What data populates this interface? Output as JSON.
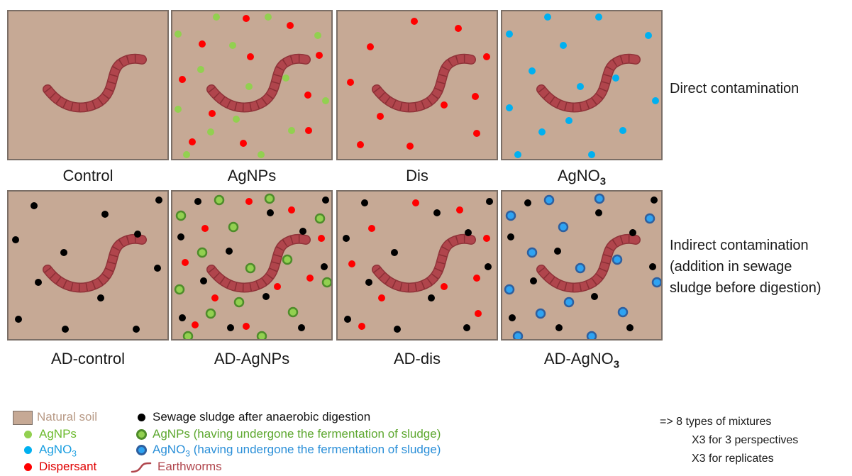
{
  "colors": {
    "soil": "#c6a995",
    "agnp": "#92d050",
    "agno3": "#00b0f0",
    "dispersant": "#ff0000",
    "sludge": "#000000",
    "agnp_fermented_fill": "#92d050",
    "agnp_fermented_ring": "#4e8c2a",
    "agno3_fermented_fill": "#2ea3f2",
    "agno3_fermented_ring": "#2e5f9e",
    "worm": "#b0454c"
  },
  "panels": [
    {
      "caption": "Control",
      "sub": ""
    },
    {
      "caption": "AgNPs",
      "sub": ""
    },
    {
      "caption": "Dis",
      "sub": ""
    },
    {
      "caption": "AgNO",
      "sub": "3"
    },
    {
      "caption": "AD-control",
      "sub": ""
    },
    {
      "caption": "AD-AgNPs",
      "sub": ""
    },
    {
      "caption": "AD-dis",
      "sub": ""
    },
    {
      "caption": "AD-AgNO",
      "sub": "3"
    }
  ],
  "row_labels": {
    "direct": "Direct contamination",
    "indirect_1": "Indirect contamination",
    "indirect_2": "(addition in sewage",
    "indirect_3": "sludge before digestion)"
  },
  "legend": {
    "natural_soil": "Natural soil",
    "agnps": "AgNPs",
    "agno3": "AgNO",
    "agno3_sub": "3",
    "dispersant": "Dispersant",
    "sludge": "Sewage sludge after anaerobic digestion",
    "agnps_fermented": "AgNPs (having undergone the fermentation of sludge)",
    "agno3_fermented_pre": "AgNO",
    "agno3_fermented_sub": "3",
    "agno3_fermented_post": " (having undergone the fermentation of sludge)",
    "earthworms": "Earthworms"
  },
  "notes": {
    "line1": "=> 8 types of mixtures",
    "line2": "X3 for 3 perspectives",
    "line3": "X3 for replicates"
  }
}
